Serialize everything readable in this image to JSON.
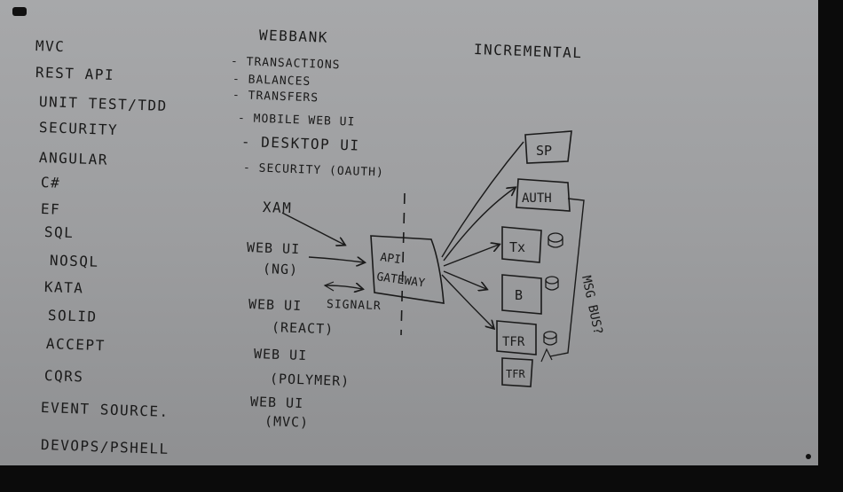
{
  "left_list": {
    "items": [
      "MVC",
      "REST API",
      "UNIT TEST/TDD",
      "SECURITY",
      "ANGULAR",
      "C#",
      "EF",
      "SQL",
      "NOSQL",
      "KATA",
      "SOLID",
      "ACCEPT",
      "CQRS",
      "EVENT SOURCE.",
      "DEVOPS/PSHELL"
    ]
  },
  "webbank": {
    "title": "WEBBANK",
    "items": [
      "- TRANSACTIONS",
      "- BALANCES",
      "- TRANSFERS",
      "- MOBILE WEB UI",
      "- DESKTOP UI",
      "- SECURITY (OAUTH)"
    ]
  },
  "incremental": "INCREMENTAL",
  "clients": {
    "xam": "XAM",
    "web_ui_ng": [
      "WEB UI",
      "(NG)"
    ],
    "signalr": "SIGNALR",
    "web_ui_react": [
      "WEB UI",
      "(REACT)"
    ],
    "web_ui_polymer": [
      "WEB UI",
      "(POLYMER)"
    ],
    "web_ui_mvc": [
      "WEB UI",
      "(MVC)"
    ]
  },
  "gateway": [
    "API",
    "GATEWAY"
  ],
  "services": {
    "sp": "SP",
    "auth": "AUTH",
    "tx": "Tx",
    "b": "B",
    "tfr1": "TFR",
    "tfr2": "TFR"
  },
  "msg_bus": "MSG BUS?",
  "colors": {
    "board": "#9d9ea0",
    "ink": "#1a1a1a",
    "frame": "#0b0b0b"
  }
}
